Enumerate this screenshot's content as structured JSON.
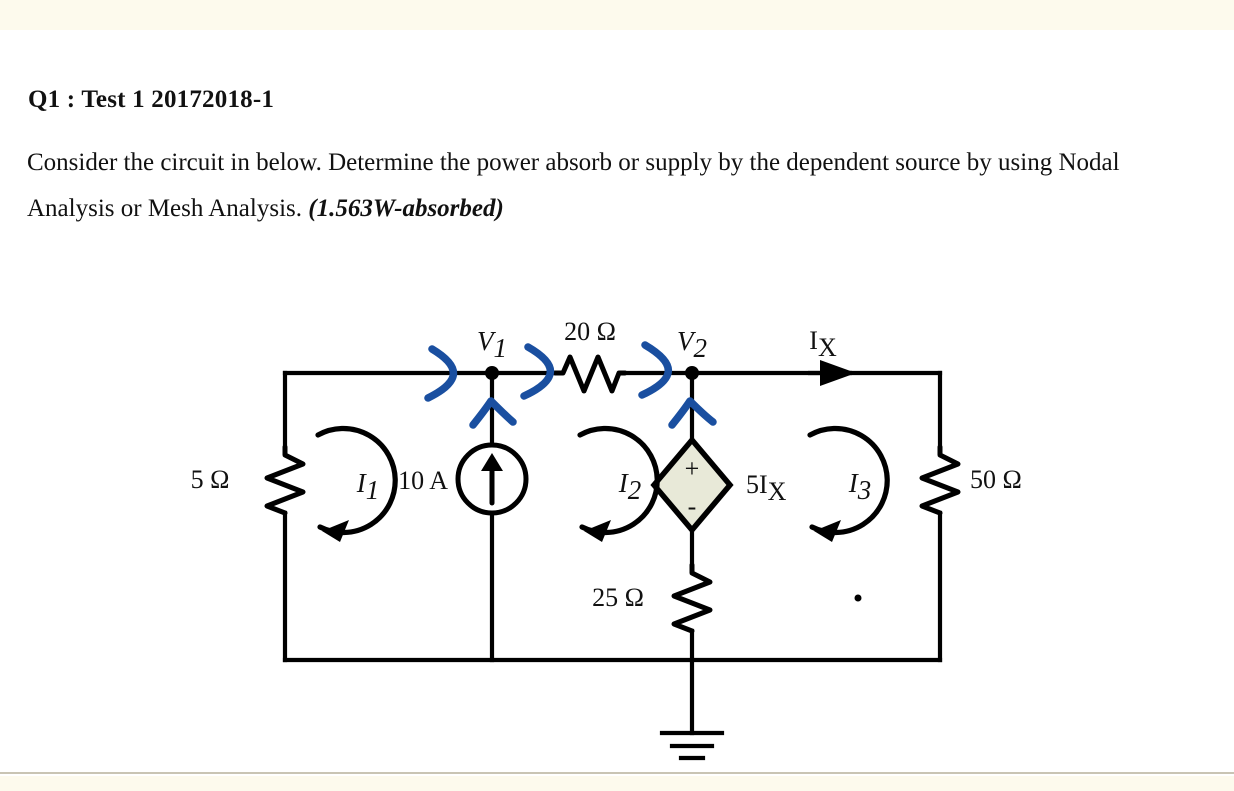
{
  "page": {
    "background": "#ffffff",
    "band_color": "#fdfaed",
    "rule_color": "#c9c4b4"
  },
  "question": {
    "title": "Q1 : Test 1 20172018-1",
    "line1": "Consider the circuit in below. Determine the power absorb or supply by the dependent source by",
    "line2_prefix": "using Nodal Analysis or Mesh Analysis.",
    "answer": "(1.563W-absorbed)"
  },
  "circuit": {
    "caption": "Circuit schematic with 5 ohm, 20 ohm, 25 ohm and 50 ohm resistors, a 10 A independent current source, and a 5Ix dependent voltage source",
    "colors": {
      "wire": "#000000",
      "annotation_blue": "#1a4fa0",
      "dependent_source_fill": "#e8e9d8"
    },
    "components": {
      "r_left": {
        "label": "5 Ω",
        "value": 5,
        "unit": "ohm"
      },
      "r_top": {
        "label": "20 Ω",
        "value": 20,
        "unit": "ohm"
      },
      "r_bottom": {
        "label": "25 Ω",
        "value": 25,
        "unit": "ohm"
      },
      "r_right": {
        "label": "50 Ω",
        "value": 50,
        "unit": "ohm"
      },
      "current_source": {
        "label": "10 A",
        "value": 10,
        "unit": "A",
        "direction": "up"
      },
      "dependent_source": {
        "label_main": "5I",
        "label_sub": "X",
        "expression": "5Ix",
        "polarity_top": "+",
        "polarity_bottom": "-",
        "type": "dependent-voltage-source"
      }
    },
    "nodes": {
      "v1": {
        "label_main": "V",
        "label_sub": "1"
      },
      "v2": {
        "label_main": "V",
        "label_sub": "2"
      },
      "ground": {
        "label": "",
        "symbol": "ground"
      }
    },
    "currents": {
      "ix": {
        "label_main": "I",
        "label_sub": "X"
      },
      "mesh1": {
        "label_main": "I",
        "label_sub": "1",
        "direction": "counter-clockwise"
      },
      "mesh2": {
        "label_main": "I",
        "label_sub": "2",
        "direction": "counter-clockwise"
      },
      "mesh3": {
        "label_main": "I",
        "label_sub": "3",
        "direction": "counter-clockwise"
      }
    },
    "annotations": {
      "count_right_arrows": 3,
      "count_up_arrows": 2,
      "style": "hand-drawn blue marker"
    }
  }
}
